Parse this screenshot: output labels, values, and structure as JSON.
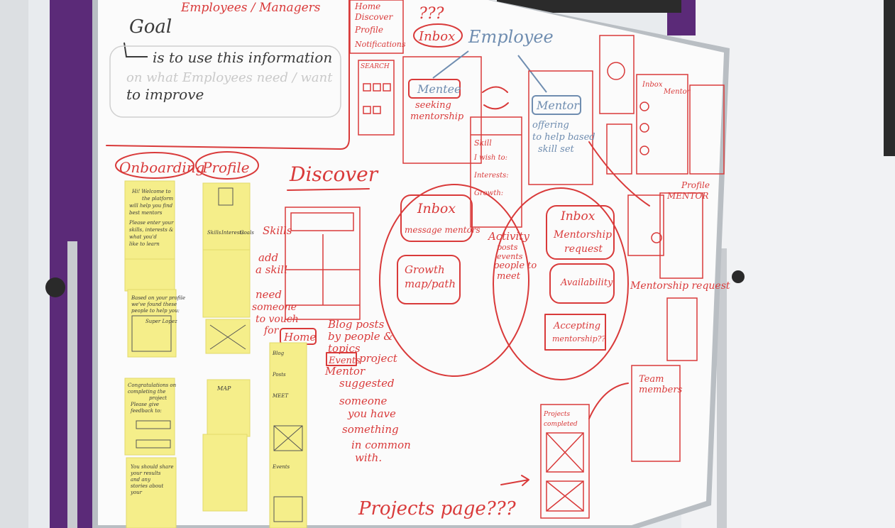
{
  "board": {
    "top_left_heading": "Employees / Managers",
    "goal_title": "Goal",
    "goal_lines": [
      "is to use this information",
      "on what Employees need / want",
      "to improve"
    ],
    "nav_list": [
      "Home",
      "Discover",
      "Profile",
      "Notifications"
    ],
    "question_marks": "???",
    "inbox_top": "Inbox",
    "employee_label": "Employee",
    "mentee_label": "Mentee",
    "mentee_sub": [
      "seeking",
      "mentorship"
    ],
    "mentor_label": "Mentor",
    "mentor_sub": [
      "offering",
      "to help based",
      "skill set"
    ],
    "onboarding_label": "Onboarding",
    "profile_label": "Profile",
    "discover_label": "Discover",
    "skills_notes": [
      "Skills",
      "add",
      "a skill",
      "need",
      "someone",
      "to vouch",
      "for"
    ],
    "home_label": "Home",
    "blog_notes": [
      "Blog posts",
      "by people &",
      "topics"
    ],
    "events_label": "Events",
    "project_label": "project",
    "mentor_suggested": [
      "Mentor",
      "suggested",
      "someone",
      "you have",
      "something",
      "in common",
      "with."
    ],
    "inbox_left": "Inbox",
    "message_mentors": "message mentors",
    "growth_map": [
      "Growth",
      "map/path"
    ],
    "activity_notes": [
      "Activity",
      "posts",
      "events",
      "people to",
      "meet"
    ],
    "inbox_right": "Inbox",
    "mentorship_request_box": [
      "Mentorship",
      "request"
    ],
    "availability": "Availability",
    "accepting": [
      "Accepting",
      "mentorship??"
    ],
    "profile_mentor": [
      "Profile",
      "MENTOR"
    ],
    "mentorship_request_label": "Mentorship request",
    "team_members": [
      "Team",
      "members"
    ],
    "projects_completed": [
      "Projects",
      "completed"
    ],
    "projects_page": "Projects page???",
    "skill_card": [
      "Skill",
      "I wish to:",
      "Interests:",
      "Growth:"
    ],
    "inbox_mentor_card": [
      "Inbox",
      "Mentor"
    ],
    "search_label": "SEARCH"
  },
  "stickies": {
    "onboarding_1": [
      "Hi! Welcome to",
      "the platform",
      "will help you find",
      "best mentors",
      "Please enter your",
      "skills, interests &",
      "what you'd",
      "like to learn"
    ],
    "onboarding_2": [
      "Based on your profile",
      "we've found these",
      "people to help you:",
      "Super Lopez"
    ],
    "onboarding_3": [
      "Congratulations on",
      "completing the",
      "project",
      "Please give",
      "feedback to:"
    ],
    "onboarding_4": [
      "You should share",
      "your results",
      "and any",
      "stories about",
      "your"
    ],
    "profile_card": [
      "Skills",
      "Interests",
      "Goals"
    ],
    "map_card": "MAP",
    "home_feed": [
      "Blog",
      "Posts",
      "MEET",
      "Events"
    ]
  },
  "colors": {
    "ink": "#d93a3a",
    "blue_ink": "#6f8db0",
    "sticky": "#f5ee8a",
    "board": "#fbfbfb",
    "frame_purple": "#5b2a78"
  }
}
